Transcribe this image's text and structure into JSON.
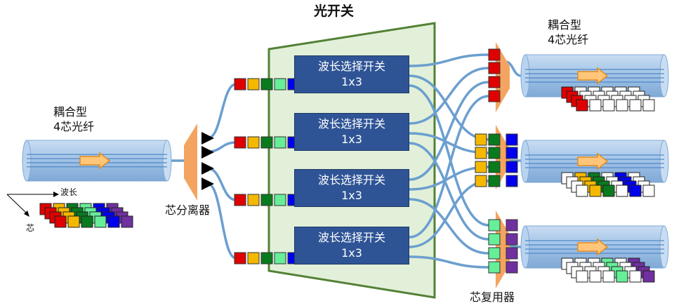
{
  "title": "光开关",
  "left_fiber_label": [
    "耦合型",
    "4芯光纤"
  ],
  "right_fiber_label": [
    "耦合型",
    "4芯光纤"
  ],
  "core_separator_label": "芯分离器",
  "core_multiplexer_label": "芯复用器",
  "axis_wavelength_label": "波长",
  "axis_core_label": "芯",
  "wss_blocks": [
    {
      "name": "波长选择开关",
      "ports": "1x3"
    },
    {
      "name": "波长选择开关",
      "ports": "1x3"
    },
    {
      "name": "波长选择开关",
      "ports": "1x3"
    },
    {
      "name": "波长选择开关",
      "ports": "1x3"
    }
  ],
  "colors": {
    "red": "#e00000",
    "yellow": "#f5b800",
    "green": "#0a7a1f",
    "light_green": "#66ee99",
    "blue": "#0000ee",
    "purple": "#7030a0",
    "wss_fill": "#2f5496",
    "switch_bg": "#e2f0d9",
    "switch_border": "#538135",
    "fiber_line": "#6b9fcf",
    "connector": "#f4a460",
    "fiber_body": "#a9c8e8",
    "arrow": "#ffc67a"
  }
}
